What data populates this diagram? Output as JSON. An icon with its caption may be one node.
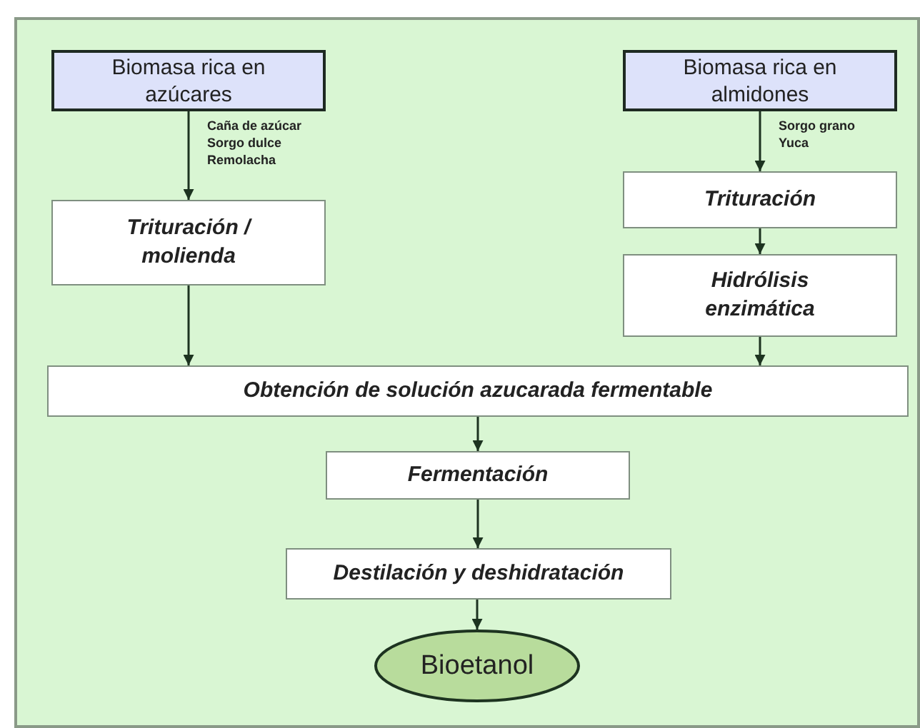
{
  "diagram": {
    "nodes": [
      {
        "text": [
          "Biomasa rica en azúcares"
        ]
      },
      {
        "text": [
          "Biomasa rica en almidones"
        ]
      },
      {
        "text": [
          "Trituración / molienda"
        ]
      },
      {
        "text": [
          "Trituración"
        ]
      },
      {
        "text": [
          "Hidrólisis enzimática"
        ]
      },
      {
        "text": [
          "Obtención de solución azucarada fermentable"
        ]
      },
      {
        "text": [
          "Fermentación"
        ]
      },
      {
        "text": [
          "Destilación y deshidratación"
        ]
      },
      {
        "text": [
          "Bioetanol"
        ]
      }
    ],
    "edges": [
      {
        "from": 0,
        "to": 2,
        "arrow": "to"
      },
      {
        "from": 1,
        "to": 3,
        "arrow": "to"
      },
      {
        "from": 3,
        "to": 4,
        "arrow": "to"
      },
      {
        "from": 2,
        "to": 5,
        "arrow": "to"
      },
      {
        "from": 4,
        "to": 5,
        "arrow": "to"
      },
      {
        "from": 5,
        "to": 6,
        "arrow": "to"
      },
      {
        "from": 6,
        "to": 7,
        "arrow": "to"
      },
      {
        "from": 7,
        "to": 8,
        "arrow": "to"
      }
    ],
    "labels": [
      "Caña de azúcar",
      "Sorgo dulce",
      "Remolacha",
      "Sorgo grano",
      "Yuca"
    ]
  }
}
